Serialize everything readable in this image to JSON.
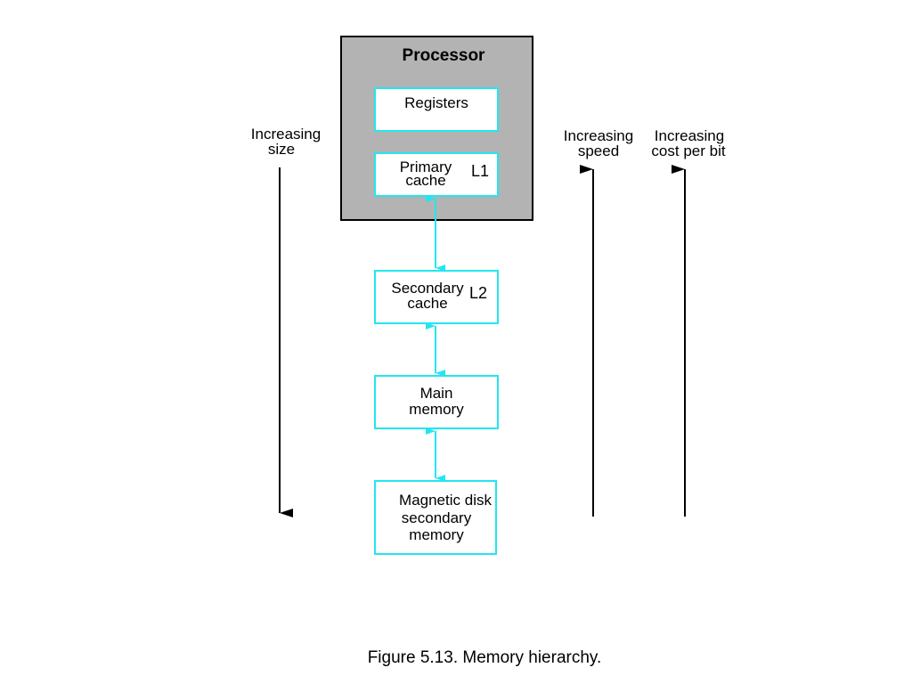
{
  "processor": {
    "title": "Processor"
  },
  "levels": {
    "registers": {
      "label": "Registers"
    },
    "primary_cache": {
      "line1": "Primary",
      "line2": "cache",
      "tag": "L1"
    },
    "secondary_cache": {
      "line1": "Secondary",
      "line2": "cache",
      "tag": "L2"
    },
    "main_memory": {
      "line1": "Main",
      "line2": "memory"
    },
    "magnetic_disk": {
      "line1": "Magnetic disk",
      "line2": "secondary",
      "line3": "memory"
    }
  },
  "axes": {
    "size": {
      "line1": "Increasing",
      "line2": "size"
    },
    "speed": {
      "line1": "Increasing",
      "line2": "speed"
    },
    "cost": {
      "line1": "Increasing",
      "line2": "cost per bit"
    }
  },
  "caption": "Figure 5.13. Memory hierarchy.",
  "colors": {
    "level_border": "#22e6f0",
    "processor_fill": "#b3b3b3",
    "arrow": "#000000",
    "link_arrow": "#22e6f0"
  }
}
